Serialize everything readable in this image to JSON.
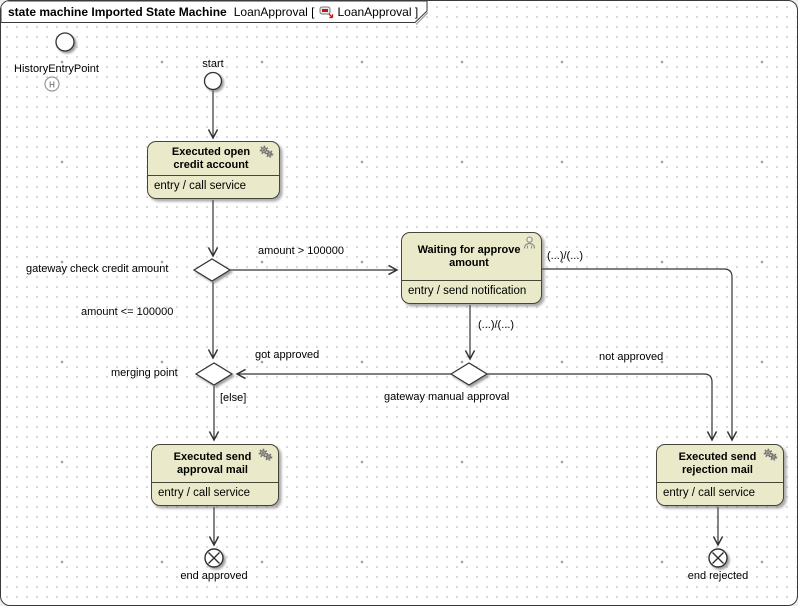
{
  "frame": {
    "keyword_title": "state machine Imported State Machine",
    "name": "LoanApproval [",
    "ref_name": "LoanApproval ]",
    "diagram_icon": "statemachine-icon"
  },
  "states": {
    "open_credit": {
      "title": "Executed open credit account",
      "body": "entry / call service",
      "icon": "gears-icon"
    },
    "waiting": {
      "title": "Waiting for approve amount",
      "body": "entry / send notification",
      "icon": "person-icon"
    },
    "approval_mail": {
      "title": "Executed send approval mail",
      "body": "entry / call service",
      "icon": "gears-icon"
    },
    "rejection_mail": {
      "title": "Executed send rejection mail",
      "body": "entry / call service",
      "icon": "gears-icon"
    }
  },
  "pseudostates": {
    "history": {
      "label": "HistoryEntryPoint",
      "symbol": "H",
      "icon": "history-icon"
    },
    "start": {
      "label": "start"
    },
    "end_approved": {
      "label": "end approved",
      "icon": "terminate-icon"
    },
    "end_rejected": {
      "label": "end rejected",
      "icon": "terminate-icon"
    },
    "gateway_check": {
      "label": "gateway check credit amount"
    },
    "merging_point": {
      "label": "merging point"
    },
    "gateway_manual": {
      "label": "gateway manual approval"
    }
  },
  "transition_labels": {
    "amount_gt": "amount > 100000",
    "amount_le": "amount <= 100000",
    "effect_right": "(...)/(...)",
    "effect_down": "(...)/(...)",
    "got_approved": "got approved",
    "not_approved": "not approved",
    "else_guard": "[else]"
  },
  "colors": {
    "state_fill": "#eaeaca",
    "state_border": "#45453a",
    "edge": "#333333",
    "grid_dot": "#cccccc",
    "icon_accent_red": "#cc1111"
  }
}
